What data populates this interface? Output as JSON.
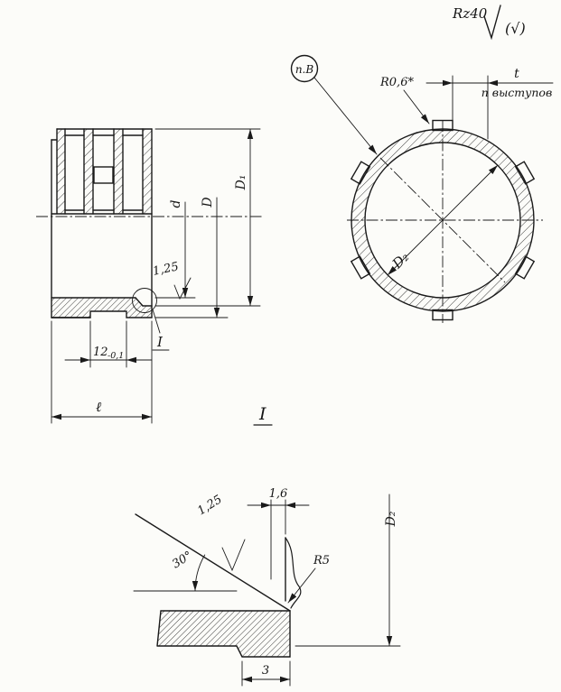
{
  "corner": {
    "rz": "Rz40",
    "alt": "(√)"
  },
  "circle_view": {
    "balloon": "п.В",
    "radius_note": "R0,6*",
    "pitch_label": "t",
    "pitch_caption": "п выступов",
    "diameter_label": "D₂"
  },
  "side_view": {
    "dim_bore": "d",
    "dim_outer": "D",
    "dim_outer2": "D₁",
    "finish": "1,25",
    "groove_width": "12",
    "groove_tol": "-0,1",
    "length_label": "ℓ",
    "detail_ref": "I"
  },
  "detail_view": {
    "title": "I",
    "land": "1,6",
    "finish": "1,25",
    "angle": "30°",
    "fillet_radius": "R5",
    "step_width": "3",
    "diameter_label": "D₂"
  }
}
